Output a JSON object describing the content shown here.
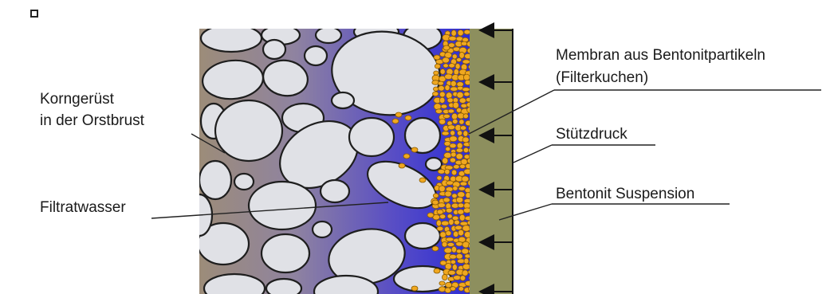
{
  "labels": {
    "korngeruest_line1": "Korngerüst",
    "korngeruest_line2": "in der Orstbrust",
    "filtratwasser": "Filtratwasser",
    "membran_line1": "Membran aus Bentonitpartikeln",
    "membran_line2": "(Filterkuchen)",
    "stuetzdruck": "Stützdruck",
    "bentonit": "Bentonit Suspension"
  },
  "colors": {
    "soil_matrix": "#9e8d76",
    "filtrate_water": "#3a3bd0",
    "stone_fill": "#e0e1e6",
    "stone_edge": "#1e1e1e",
    "filter_cake": "#f0a820",
    "filter_cake_edge": "#8a5a00",
    "bentonite_suspension": "#8d8f5e",
    "pressure_arrow": "#111111"
  },
  "icons": {
    "pressure_arrows": "left-arrow"
  }
}
